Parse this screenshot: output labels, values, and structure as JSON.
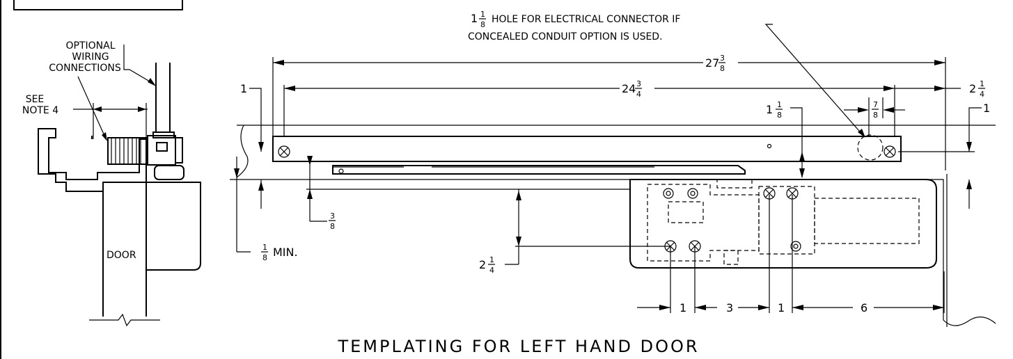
{
  "drawing": {
    "title": "TEMPLATING FOR LEFT HAND DOOR",
    "notes": {
      "optional_wiring": [
        "OPTIONAL",
        "WIRING",
        "CONNECTIONS"
      ],
      "see_note": [
        "SEE",
        "NOTE 4"
      ],
      "door_label": "DOOR",
      "hole_note_line1_text": "HOLE FOR ELECTRICAL CONNECTOR IF",
      "hole_note_line2": "CONCEALED CONDUIT OPTION IS USED.",
      "hole_note_whole": "1",
      "hole_note_frac_num": "1",
      "hole_note_frac_den": "8"
    },
    "dimensions": {
      "overall": {
        "whole": "27",
        "num": "3",
        "den": "8"
      },
      "inner": {
        "whole": "24",
        "num": "3",
        "den": "4"
      },
      "right_offset": {
        "whole": "2",
        "num": "1",
        "den": "4"
      },
      "left_top": "1",
      "right_top": "1",
      "one_eighth": {
        "whole": "1",
        "num": "1",
        "den": "8"
      },
      "seven_eighth": {
        "num": "7",
        "den": "8"
      },
      "three_eighth": {
        "num": "3",
        "den": "8"
      },
      "min_gap": {
        "num": "1",
        "den": "8",
        "suffix": "MIN."
      },
      "two_quarter": {
        "whole": "2",
        "num": "1",
        "den": "4"
      },
      "bottom_1a": "1",
      "bottom_3": "3",
      "bottom_1b": "1",
      "bottom_6": "6"
    }
  }
}
